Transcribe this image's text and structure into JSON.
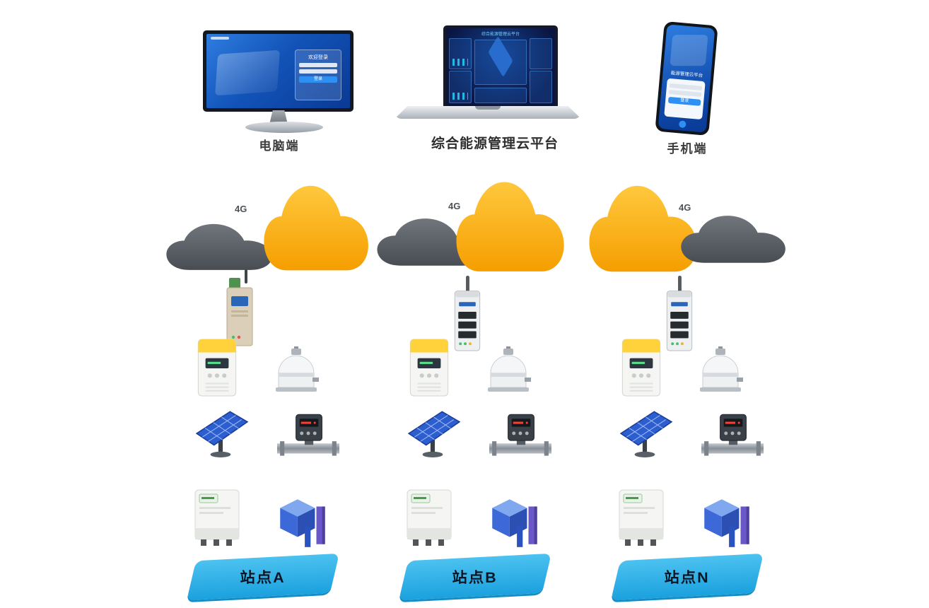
{
  "header": {
    "monitor": {
      "label": "电脑端",
      "screen_heading": "欢迎登录",
      "login_button": "登录"
    },
    "laptop": {
      "label": "综合能源管理云平台",
      "screen_title": "综合能源管理云平台"
    },
    "phone": {
      "label": "手机端",
      "screen_heading": "能源管理云平台",
      "login_button": "登录"
    }
  },
  "network": {
    "cloud_label": "4G"
  },
  "sites": [
    {
      "label": "站点A"
    },
    {
      "label": "站点B"
    },
    {
      "label": "站点N"
    }
  ],
  "colors": {
    "cloud_yellow": "#f7a600",
    "cloud_gray": "#565c60",
    "platform_blue": "#2eb2e8",
    "screen_blue": "#1253b8"
  }
}
